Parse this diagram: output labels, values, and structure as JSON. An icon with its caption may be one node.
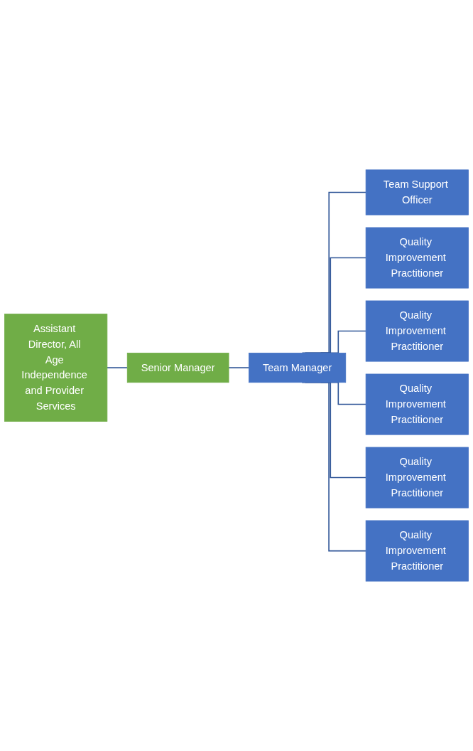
{
  "diagram": {
    "nodes": [
      {
        "text": [
          "Assistant Director, All Age Independence and Provider Services"
        ]
      },
      {
        "text": [
          "Senior Manager"
        ]
      },
      {
        "text": [
          "Team Manager"
        ]
      },
      {
        "text": [
          "Team Support Officer"
        ]
      },
      {
        "text": [
          "Quality Improvement Practitioner"
        ]
      },
      {
        "text": [
          "Quality Improvement Practitioner"
        ]
      },
      {
        "text": [
          "Quality Improvement Practitioner"
        ]
      },
      {
        "text": [
          "Quality Improvement Practitioner"
        ]
      },
      {
        "text": [
          "Quality Improvement Practitioner"
        ]
      }
    ],
    "edges": [
      {
        "from": 0,
        "to": 1,
        "arrow": "none"
      },
      {
        "from": 1,
        "to": 2,
        "arrow": "none"
      },
      {
        "from": 2,
        "to": 3,
        "arrow": "none"
      },
      {
        "from": 2,
        "to": 4,
        "arrow": "none"
      },
      {
        "from": 2,
        "to": 5,
        "arrow": "none"
      },
      {
        "from": 2,
        "to": 6,
        "arrow": "none"
      },
      {
        "from": 2,
        "to": 7,
        "arrow": "none"
      },
      {
        "from": 2,
        "to": 8,
        "arrow": "none"
      }
    ]
  }
}
